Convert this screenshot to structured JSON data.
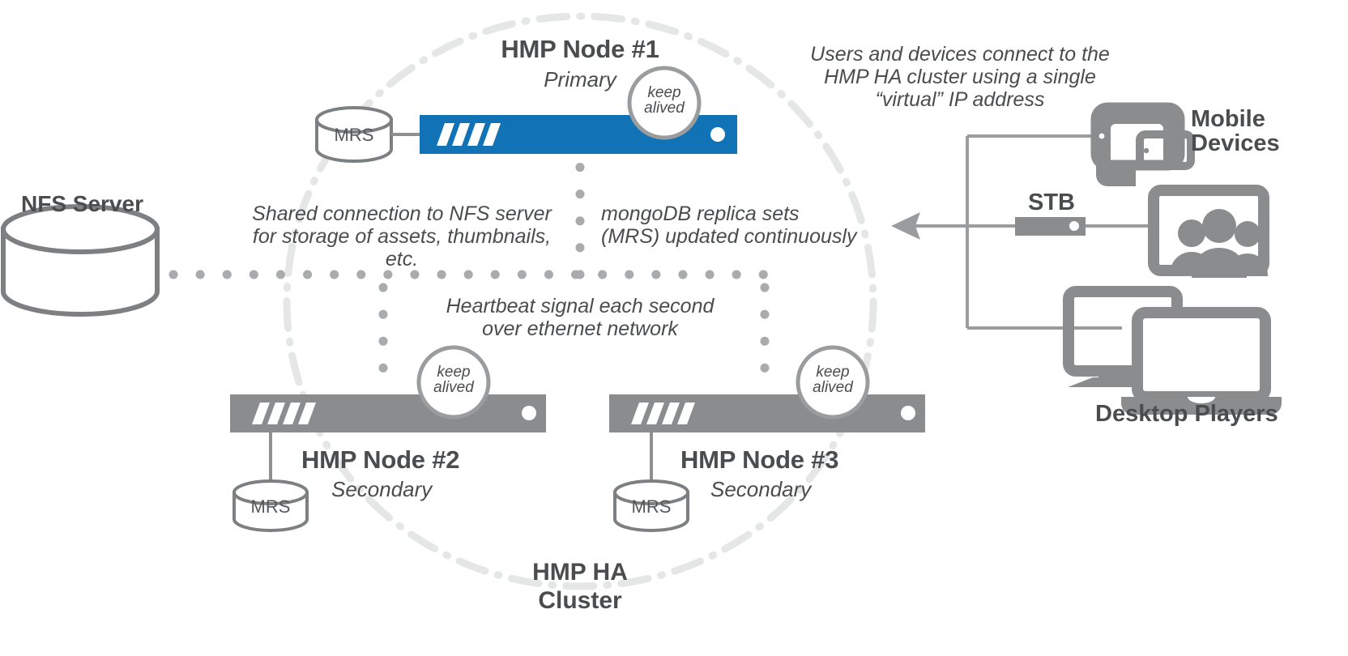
{
  "diagram": {
    "title_bottom": "HMP HA\nCluster",
    "nfs": {
      "label": "NFS Server",
      "icon": "database-cylinder-icon"
    },
    "nodes": [
      {
        "id": "node1",
        "title": "HMP Node #1",
        "role": "Primary",
        "state": "active",
        "color": "#1173b6",
        "mrs": "MRS",
        "keepalived": "keep\nalived"
      },
      {
        "id": "node2",
        "title": "HMP Node #2",
        "role": "Secondary",
        "state": "standby",
        "color": "#8a8c8e",
        "mrs": "MRS",
        "keepalived": "keep\nalived"
      },
      {
        "id": "node3",
        "title": "HMP Node #3",
        "role": "Secondary",
        "state": "standby",
        "color": "#8a8c8e",
        "mrs": "MRS",
        "keepalived": "keep\nalived"
      }
    ],
    "annotations": {
      "nfs_share": "Shared connection to NFS server\nfor storage of assets, thumbnails, etc.",
      "mongo": "mongoDB replica sets\n(MRS)  updated continuously",
      "heartbeat": "Heartbeat signal each second\nover ethernet network",
      "virtual_ip": "Users and devices connect to the\nHMP HA cluster using a single\n“virtual” IP address"
    },
    "clients": [
      {
        "id": "mobile",
        "label": "Mobile\nDevices",
        "icon": "tablet-phone-icon"
      },
      {
        "id": "stb",
        "label": "STB",
        "icon": "set-top-box-icon"
      },
      {
        "id": "tv",
        "label": "",
        "icon": "tv-viewers-icon"
      },
      {
        "id": "desktop",
        "label": "Desktop Players",
        "icon": "monitor-laptop-icon"
      }
    ],
    "colors": {
      "primary_blue": "#1173b6",
      "node_gray": "#8a8c8e",
      "text_gray": "#4a4c4e",
      "line_gray": "#9a9c9e",
      "cluster_ring": "#e5e7e7",
      "dot_gray": "#a9abad"
    }
  }
}
